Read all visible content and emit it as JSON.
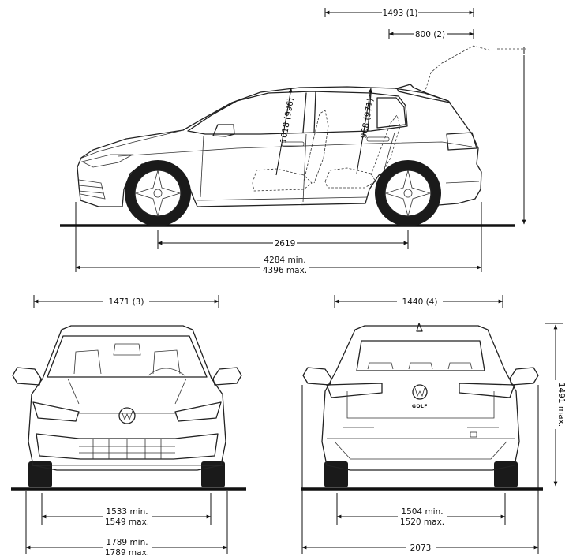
{
  "dimensions": {
    "d1493": "1493 (1)",
    "d800": "800 (2)",
    "d1018": "1018 (996)",
    "d968": "968 (971)",
    "d2619": "2619",
    "d4284": "4284 min.",
    "d4396": "4396 max.",
    "d1471": "1471 (3)",
    "d1440": "1440 (4)",
    "d1491": "1491 max.",
    "d1533": "1533 min.",
    "d1549": "1549 max.",
    "d1504": "1504 min.",
    "d1520": "1520 max.",
    "d1789a": "1789 min.",
    "d1789b": "1789 max.",
    "d2073": "2073"
  },
  "badge": {
    "rear_model": "GOLF"
  },
  "colors": {
    "line": "#111111",
    "wheel": "#1a1a1a"
  }
}
